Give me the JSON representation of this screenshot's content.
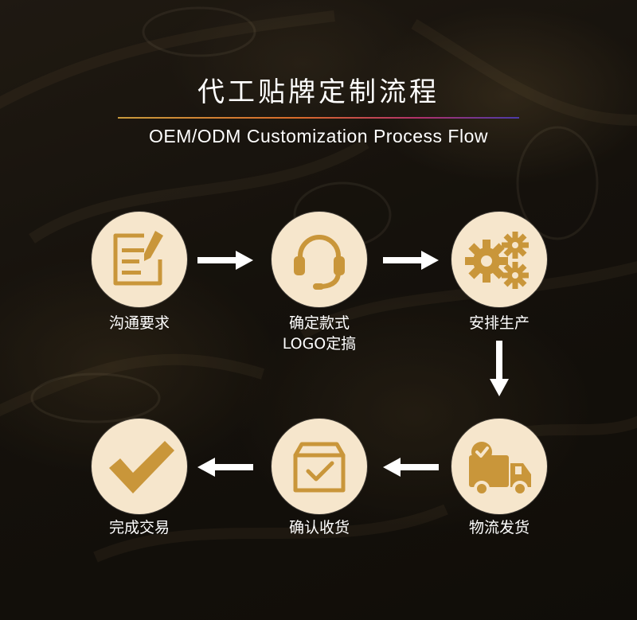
{
  "header": {
    "title": "代工贴牌定制流程",
    "subtitle": "OEM/ODM Customization Process Flow"
  },
  "colors": {
    "circle_fill": "#f6e6cc",
    "icon_gold": "#c9963a",
    "arrow": "#ffffff",
    "text": "#ffffff"
  },
  "steps": [
    {
      "label": "沟通要求",
      "icon": "notepad-pencil-icon"
    },
    {
      "label": "确定款式",
      "label_line2": "LOGO定搞",
      "icon": "headset-icon"
    },
    {
      "label": "安排生产",
      "icon": "gears-icon"
    },
    {
      "label": "物流发货",
      "icon": "delivery-truck-icon"
    },
    {
      "label": "确认收货",
      "icon": "box-check-icon"
    },
    {
      "label": "完成交易",
      "icon": "checkmark-icon"
    }
  ]
}
